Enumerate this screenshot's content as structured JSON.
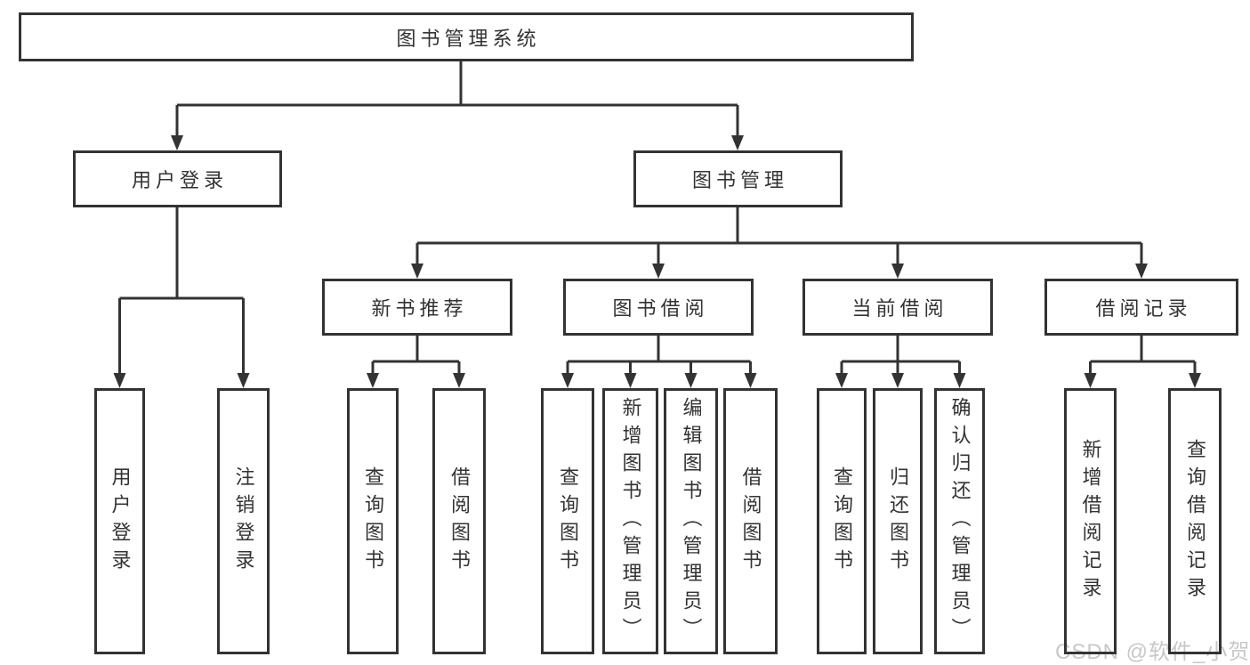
{
  "diagram_title": "图书管理系统",
  "colors": {
    "line": "#333333",
    "text": "#333333",
    "box_background": "#ffffff",
    "page_background": "#ffffff",
    "watermark": "#c8c8c8"
  },
  "tree": {
    "root": "图书管理系统",
    "branches": [
      {
        "label": "用户登录",
        "children": [
          "用户登录",
          "注销登录"
        ]
      },
      {
        "label": "图书管理",
        "groups": [
          {
            "label": "新书推荐",
            "children": [
              "查询图书",
              "借阅图书"
            ]
          },
          {
            "label": "图书借阅",
            "children": [
              "查询图书",
              "新增图书（管理员）",
              "编辑图书（管理员）",
              "借阅图书"
            ]
          },
          {
            "label": "当前借阅",
            "children": [
              "查询图书",
              "归还图书",
              "确认归还（管理员）"
            ]
          },
          {
            "label": "借阅记录",
            "children": [
              "新增借阅记录",
              "查询借阅记录"
            ]
          }
        ]
      }
    ]
  },
  "watermark": {
    "text": "CSDN @软件_小贺同学"
  }
}
